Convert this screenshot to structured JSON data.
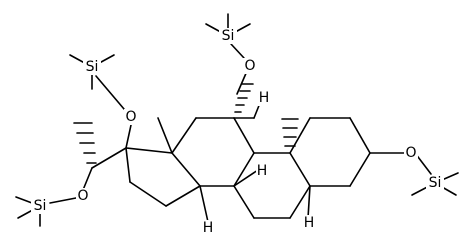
{
  "molecule": {
    "atoms": {
      "si_top": "Si",
      "si_left": "Si",
      "si_bottom_left": "Si",
      "si_right": "Si",
      "o_top": "O",
      "o_left": "O",
      "o_bottom_left": "O",
      "o_right": "O",
      "h_c9": "H",
      "h_c5": "H",
      "h_c14": "H",
      "h_c8": "H"
    }
  },
  "colors": {
    "bond": "#000000",
    "background": "#ffffff"
  }
}
